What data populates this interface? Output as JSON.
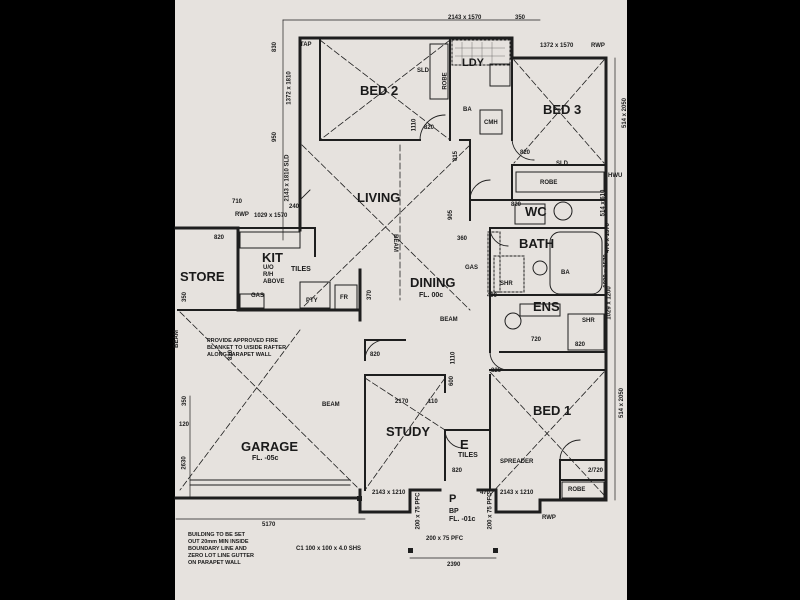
{
  "rooms": {
    "bed2": "BED 2",
    "ldy": "LDY",
    "bed3": "BED 3",
    "living": "LIVING",
    "wc": "WC",
    "bath": "BATH",
    "kit": "KIT",
    "kit_tiles": "TILES",
    "store": "STORE",
    "dining": "DINING",
    "dining_fl": "FL. 00c",
    "ens": "ENS",
    "study": "STUDY",
    "e": "E",
    "e_tiles": "TILES",
    "bed1": "BED 1",
    "garage": "GARAGE",
    "garage_fl": "FL. -05c",
    "porch": "P",
    "porch_bp": "BP",
    "porch_fl": "FL. -01c"
  },
  "fixtures": {
    "robe_bed2": "ROBE",
    "sld_bed2": "SLD",
    "robe_bed3": "ROBE",
    "sld_bed3": "SLD",
    "robe_bed1": "ROBE",
    "cmh": "CMH",
    "ba_ldy": "BA",
    "tap": "TAP",
    "hwu": "HWU",
    "shr_bath": "SHR",
    "ba_bath": "BA",
    "shr_ens": "SHR",
    "gas_dining": "GAS",
    "uo_rh_above": "U/O\nR/H\nABOVE",
    "gas_kit": "GAS",
    "pty": "PTY",
    "fr": "FR",
    "spreader": "SPREADER"
  },
  "beams": {
    "living": "BEAM",
    "dining": "BEAM",
    "garage": "BEAM",
    "garage_left": "BEAM"
  },
  "dimensions": {
    "top_window_1": "2143 x 1570",
    "top_350": "350",
    "bed3_window": "1372 x 1570",
    "rwp_bed3": "RWP",
    "rwp_kit": "RWP",
    "rwp_bed1": "RWP",
    "d830_top": "830",
    "win_bed2_left": "1372 x 1810",
    "d950": "950",
    "sld_living": "2143 x 1810 SLD",
    "d710": "710",
    "kit_window": "1029 x 1570",
    "d240": "240",
    "d820_ldy": "820",
    "d1110": "1110",
    "d815": "815",
    "d820_bed3": "820",
    "d514_2050": "514 x 2050",
    "d514_610": "514 x 610",
    "d905": "905",
    "d360": "360",
    "d820_wc": "820",
    "d470_1570": "470 x 1570",
    "d1029_1570": "1029 x 1570",
    "d820_kit": "820",
    "d350_store": "350",
    "d370": "370",
    "d490": "490",
    "d1029_1200": "1029 x 1200",
    "d820_ens": "820",
    "d720": "720",
    "d1110_study": "1110",
    "d600": "600",
    "d820_hall": "820",
    "d826": "826",
    "d820_garage": "820",
    "d2170": "2170",
    "d110": "110",
    "d350_garage": "350",
    "d120": "120",
    "d2630": "2630",
    "d514_2050_r": "514 x 2050",
    "d2720": "2/720",
    "d820_e": "820",
    "win_porch_l": "2143 x 1210",
    "d470_porch": "470",
    "win_porch_r": "2143 x 1210",
    "pfc_left": "200 x 75 PFC",
    "pfc_right": "200 x 75 PFC",
    "pfc_bottom": "200 x 75 PFC",
    "d5170": "5170",
    "d2390": "2390"
  },
  "notes": {
    "fire_blanket": "PROVIDE APPROVED FIRE BLANKET TO U/SIDE RAFTER ALONG PARAPET WALL",
    "boundary": "BUILDING TO BE SET OUT 20mm MIN INSIDE BOUNDARY LINE AND ZERO LOT LINE GUTTER ON PARAPET WALL",
    "column": "C1  100 x 100 x 4.0 SHS"
  }
}
